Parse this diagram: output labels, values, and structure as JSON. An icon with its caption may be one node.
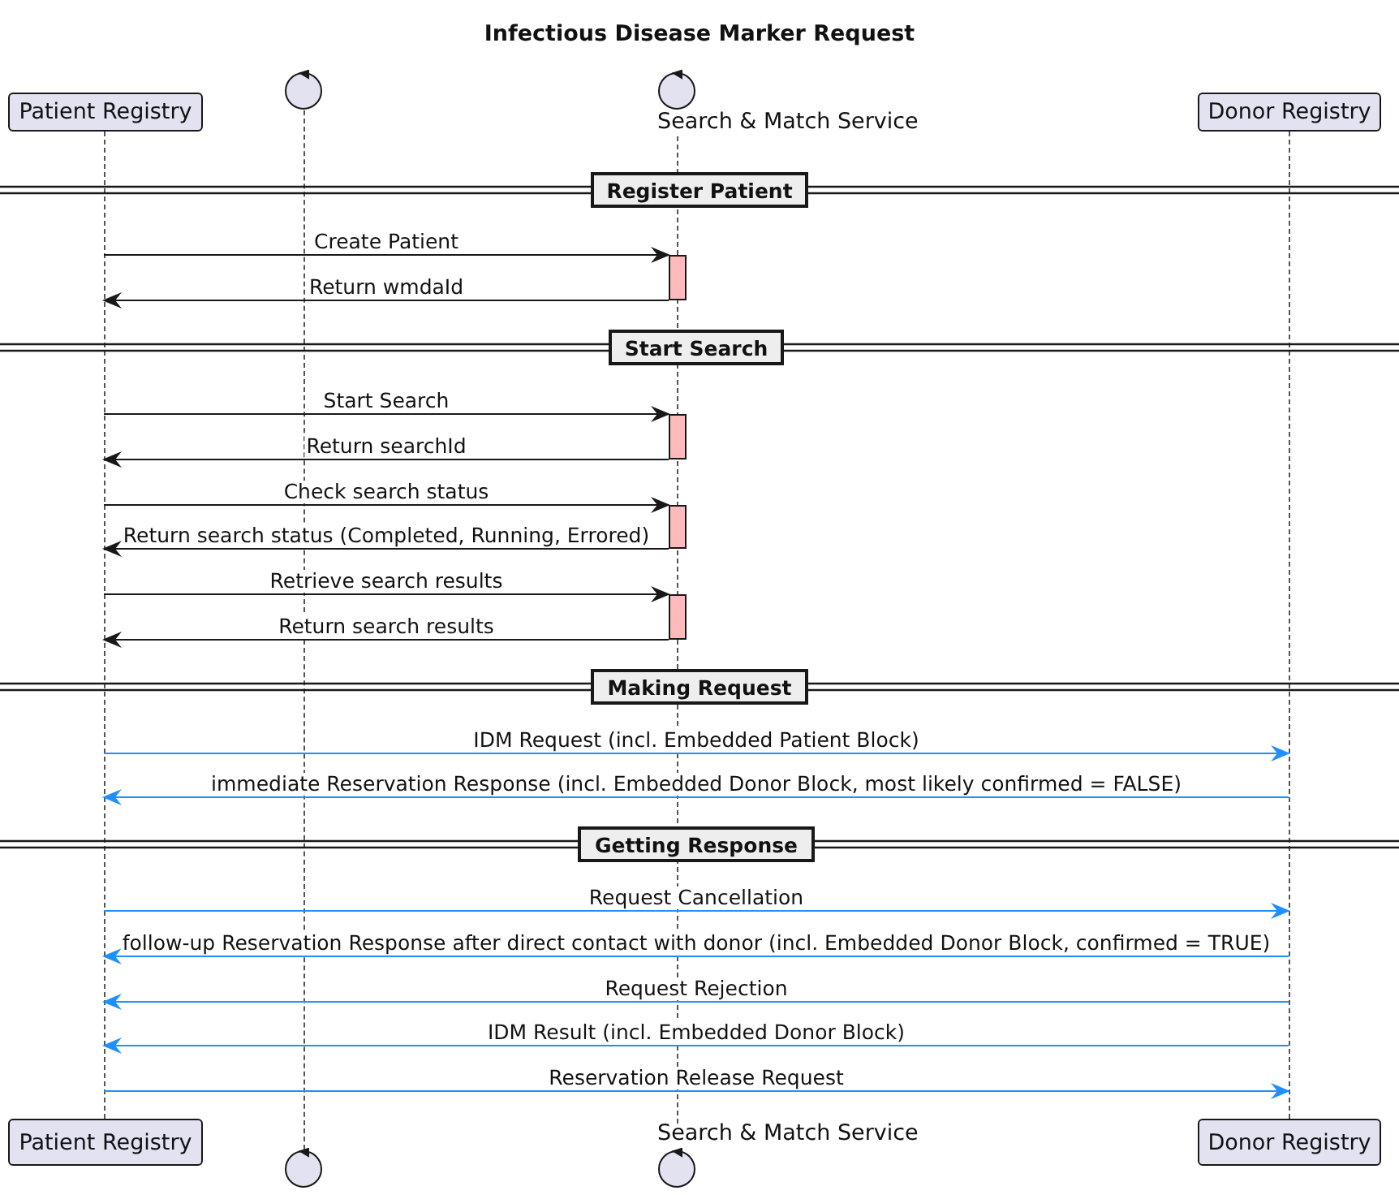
{
  "diagram": {
    "title": "Infectious Disease Marker Request",
    "nodes": [
      {
        "text": [
          "Patient Registry"
        ]
      },
      {
        "text": [],
        "shape": "circle"
      },
      {
        "text": [
          "Search & Match Service"
        ]
      },
      {
        "text": [
          "Donor Registry"
        ]
      },
      {
        "text": [],
        "shape": "line"
      },
      {
        "text": [],
        "shape": "line"
      },
      {
        "text": [],
        "shape": "line"
      },
      {
        "text": [],
        "shape": "line"
      },
      {
        "text": [
          "Register Patient"
        ]
      },
      {
        "text": [],
        "shape": "bar"
      },
      {
        "text": [
          "Start Search"
        ]
      },
      {
        "text": [],
        "shape": "bar"
      },
      {
        "text": [],
        "shape": "bar"
      },
      {
        "text": [],
        "shape": "bar"
      },
      {
        "text": [
          "Making Request"
        ]
      },
      {
        "text": [
          "Getting Response"
        ]
      },
      {
        "text": [
          "Patient Registry"
        ]
      },
      {
        "text": [],
        "shape": "circle"
      },
      {
        "text": [
          "Search & Match Service"
        ]
      },
      {
        "text": [
          "Donor Registry"
        ]
      }
    ],
    "edges": [
      {
        "from": 4,
        "to": 9,
        "arrow": "to",
        "label": "Create Patient"
      },
      {
        "from": 9,
        "to": 4,
        "arrow": "to",
        "label": "Return wmdaId"
      },
      {
        "from": 4,
        "to": 11,
        "arrow": "to",
        "label": "Start Search"
      },
      {
        "from": 11,
        "to": 4,
        "arrow": "to",
        "label": "Return searchId"
      },
      {
        "from": 4,
        "to": 12,
        "arrow": "to",
        "label": "Check search status"
      },
      {
        "from": 12,
        "to": 4,
        "arrow": "to",
        "label": "Return search status (Completed, Running, Errored)"
      },
      {
        "from": 4,
        "to": 13,
        "arrow": "to",
        "label": "Retrieve search results"
      },
      {
        "from": 13,
        "to": 4,
        "arrow": "to",
        "label": "Return search results"
      },
      {
        "from": 4,
        "to": 7,
        "arrow": "to",
        "label": "IDM Request (incl. Embedded Patient Block)",
        "color": "#1e90ff"
      },
      {
        "from": 7,
        "to": 4,
        "arrow": "to",
        "label": "immediate Reservation Response (incl. Embedded Donor Block, most likely confirmed = FALSE)",
        "color": "#1e90ff"
      },
      {
        "from": 4,
        "to": 7,
        "arrow": "to",
        "label": "Request Cancellation",
        "color": "#1e90ff"
      },
      {
        "from": 7,
        "to": 4,
        "arrow": "to",
        "label": "follow-up Reservation Response after direct contact with donor (incl. Embedded Donor Block, confirmed = TRUE)",
        "color": "#1e90ff"
      },
      {
        "from": 7,
        "to": 4,
        "arrow": "to",
        "label": "Request Rejection",
        "color": "#1e90ff"
      },
      {
        "from": 7,
        "to": 4,
        "arrow": "to",
        "label": "IDM Result (incl. Embedded Donor Block)",
        "color": "#1e90ff"
      },
      {
        "from": 4,
        "to": 7,
        "arrow": "to",
        "label": "Reservation Release Request",
        "color": "#1e90ff"
      }
    ]
  }
}
